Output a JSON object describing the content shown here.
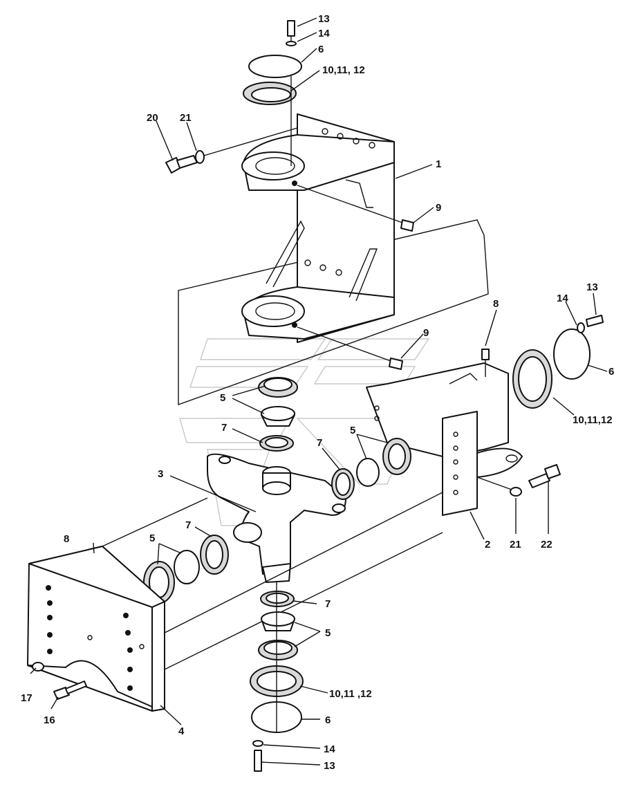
{
  "diagram": {
    "labels": {
      "top_bolt": "13",
      "top_washer": "14",
      "top_cover": "6",
      "top_shims": "10,11, 12",
      "bolt_20": "20",
      "washer_21_top": "21",
      "bracket_1": "1",
      "fitting_9_upper": "9",
      "fitting_9_lower": "9",
      "fitting_8_right": "8",
      "right_bolt": "13",
      "right_washer": "14",
      "right_cover": "6",
      "right_shims": "10,11,12",
      "bearing_5_upper": "5",
      "seal_7_upper": "7",
      "seal_7_mid": "7",
      "bearing_5_mid": "5",
      "arm_3": "3",
      "seal_7_left": "7",
      "bearing_5_left": "5",
      "fitting_8_left": "8",
      "bracket_2": "2",
      "washer_21_right": "21",
      "bolt_22": "22",
      "seal_7_lower": "7",
      "bearing_5_lower": "5",
      "bottom_shims": "10,11 ,12",
      "bottom_cover": "6",
      "bottom_washer": "14",
      "bottom_bolt": "13",
      "plug_17": "17",
      "bolt_16": "16",
      "plate_4": "4"
    }
  }
}
